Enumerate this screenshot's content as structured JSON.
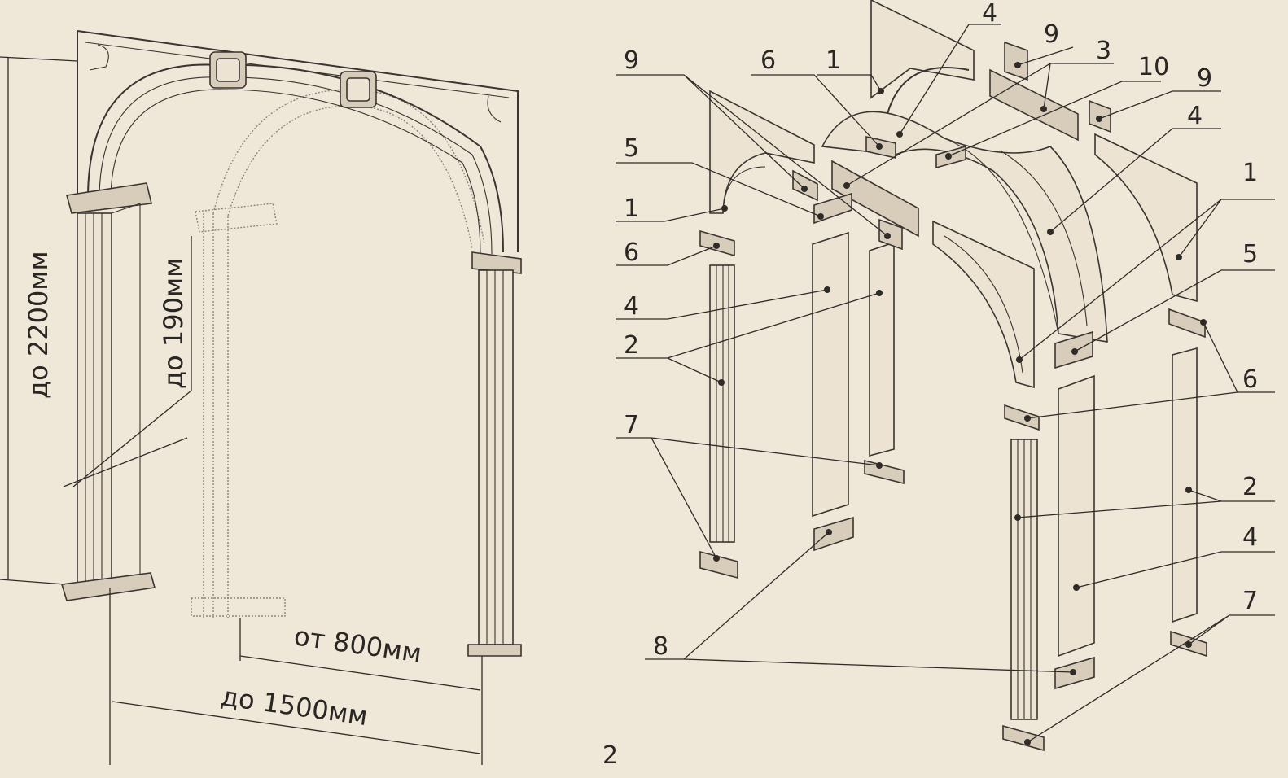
{
  "figure_label": "2",
  "dimensions": {
    "height": "до 2200мм",
    "depth": "до 190мм",
    "min_width": "от 800мм",
    "max_width": "до 1500мм"
  },
  "callouts": {
    "top_1": "4",
    "top_2": "9",
    "top_3": "3",
    "top_4": "10",
    "top_5": "9",
    "top_6": "4",
    "left_9": "9",
    "left_6a": "6",
    "left_1a": "1",
    "left_5": "5",
    "left_1b": "1",
    "left_6b": "6",
    "left_4": "4",
    "left_2": "2",
    "left_7": "7",
    "left_8": "8",
    "right_1": "1",
    "right_5": "5",
    "right_6": "6",
    "right_2": "2",
    "right_4": "4",
    "right_7": "7"
  },
  "colors": {
    "paper": "#efe7d8",
    "ink": "#3a3530"
  }
}
